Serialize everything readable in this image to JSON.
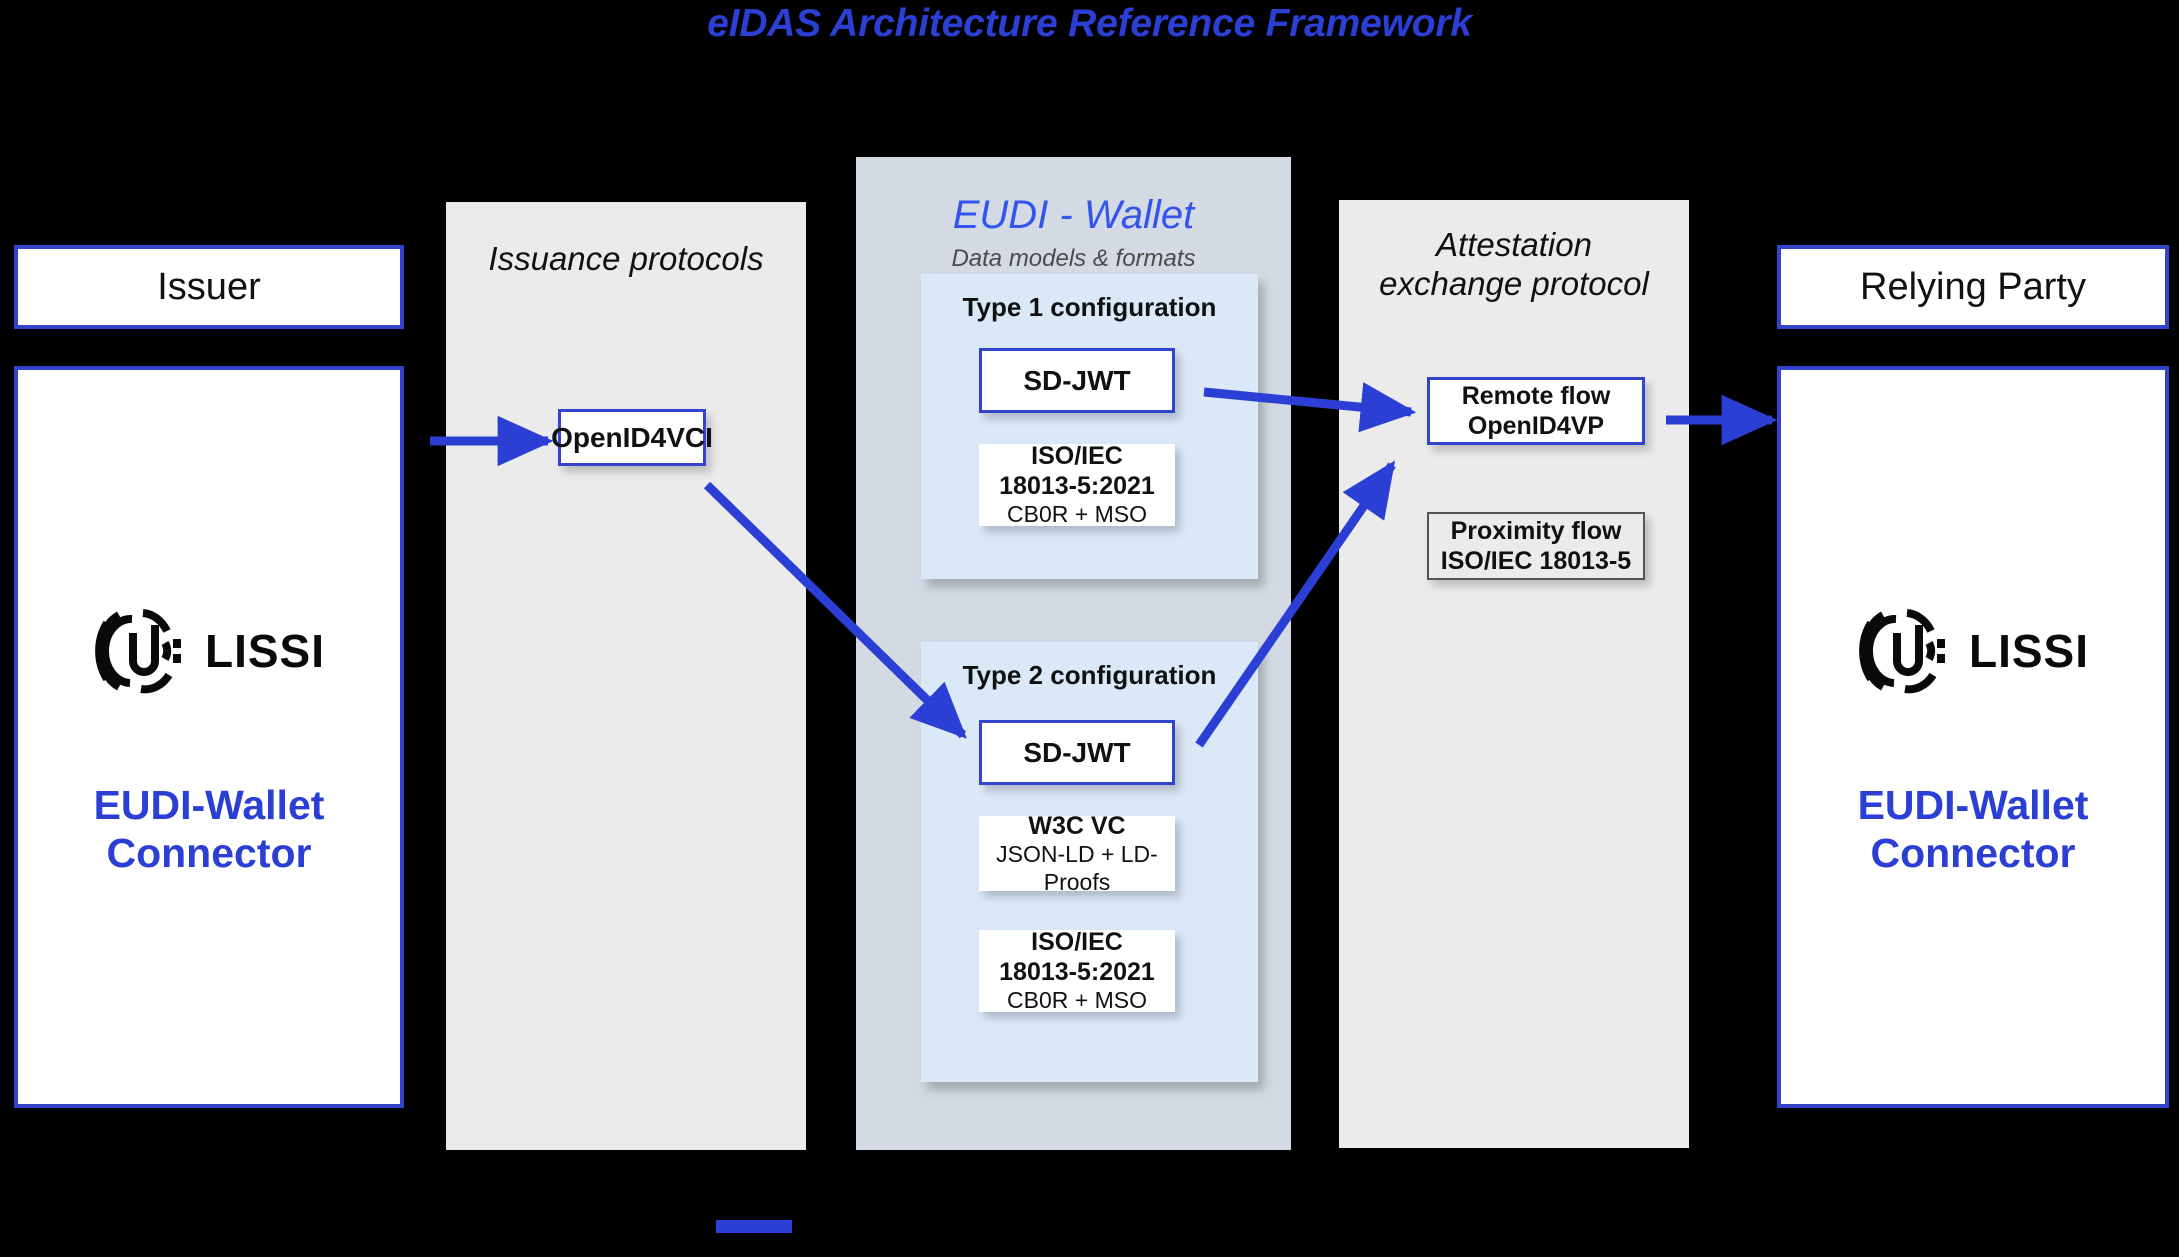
{
  "title": "eIDAS Architecture Reference Framework",
  "issuer": {
    "header_label": "Issuer",
    "logo_name": "lissi-fingerprint-logo",
    "logo_word": "LISSI",
    "connector_line1": "EUDI-Wallet",
    "connector_line2": "Connector"
  },
  "relying_party": {
    "header_label": "Relying Party",
    "logo_name": "lissi-fingerprint-logo",
    "logo_word": "LISSI",
    "connector_line1": "EUDI-Wallet",
    "connector_line2": "Connector"
  },
  "issuance": {
    "title": "Issuance protocols",
    "items": [
      {
        "label": "OpenID4VCI"
      }
    ]
  },
  "wallet": {
    "title": "EUDI - Wallet",
    "subtitle": "Data models & formats",
    "configs": [
      {
        "title": "Type 1 configuration",
        "items": [
          {
            "style": "blue",
            "l1": "SD-JWT"
          },
          {
            "style": "plain",
            "l1": "ISO/IEC",
            "l2": "18013-5:2021",
            "l3": "CB0R + MSO"
          }
        ]
      },
      {
        "title": "Type 2 configuration",
        "items": [
          {
            "style": "blue",
            "l1": "SD-JWT"
          },
          {
            "style": "plain",
            "l1": "W3C VC",
            "l3": "JSON-LD + LD-Proofs"
          },
          {
            "style": "plain",
            "l1": "ISO/IEC",
            "l2": "18013-5:2021",
            "l3": "CB0R + MSO"
          }
        ]
      }
    ]
  },
  "attestation": {
    "title_line1": "Attestation",
    "title_line2": "exchange protocol",
    "items": [
      {
        "style": "blue",
        "l1": "Remote flow",
        "l2": "OpenID4VP"
      },
      {
        "style": "gray",
        "l1": "Proximity flow",
        "l2": "ISO/IEC 18013-5"
      }
    ]
  },
  "colors": {
    "accent_blue": "#2b3fd4",
    "border_blue": "#3344cc",
    "wallet_blue": "#3355ee",
    "panel_gray": "#ebebeb",
    "wallet_panel": "#d3dae3",
    "config_blue": "#dbe8f8",
    "arrow_blue": "#2b3fd4"
  }
}
